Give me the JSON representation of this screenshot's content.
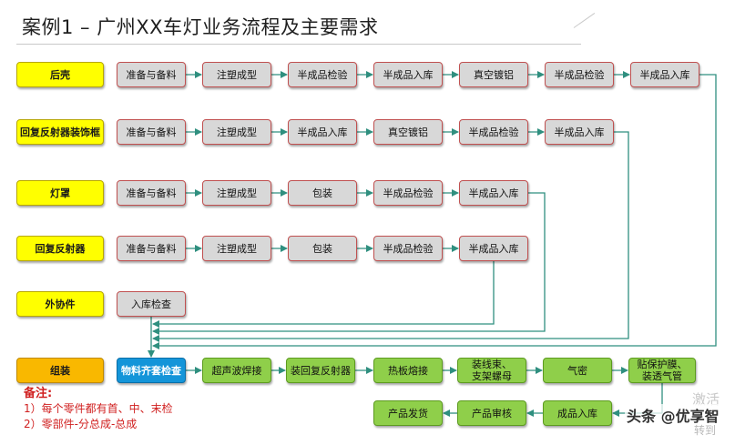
{
  "title": "案例1 – 广州XX车灯业务流程及主要需求",
  "rows": [
    {
      "label": "后壳",
      "steps": [
        "准备与备料",
        "注塑成型",
        "半成品检验",
        "半成品入库",
        "真空镀铝",
        "半成品检验",
        "半成品入库"
      ]
    },
    {
      "label": "回复反射器装饰框",
      "steps": [
        "准备与备料",
        "注塑成型",
        "半成品入库",
        "真空镀铝",
        "半成品检验",
        "半成品入库"
      ]
    },
    {
      "label": "灯罩",
      "steps": [
        "准备与备料",
        "注塑成型",
        "包装",
        "半成品检验",
        "半成品入库"
      ]
    },
    {
      "label": "回复反射器",
      "steps": [
        "准备与备料",
        "注塑成型",
        "包装",
        "半成品检验",
        "半成品入库"
      ]
    },
    {
      "label": "外协件",
      "steps": [
        "入库检查"
      ]
    }
  ],
  "assembly": {
    "label": "组装",
    "steps": [
      "物料齐套检查",
      "超声波焊接",
      "装回复反射器",
      "热板熔接",
      "装线束、\n支架螺母",
      "气密",
      "贴保护膜、\n装透气管"
    ],
    "return_steps": [
      "成品入库",
      "产品审核",
      "产品发货"
    ]
  },
  "notes": {
    "title": "备注:",
    "items": [
      "1）每个零件都有首、中、末检",
      "2）零部件-分总成-总成"
    ]
  },
  "watermark": {
    "main": "头条 @优享智",
    "side": "激活",
    "small": "转到"
  }
}
